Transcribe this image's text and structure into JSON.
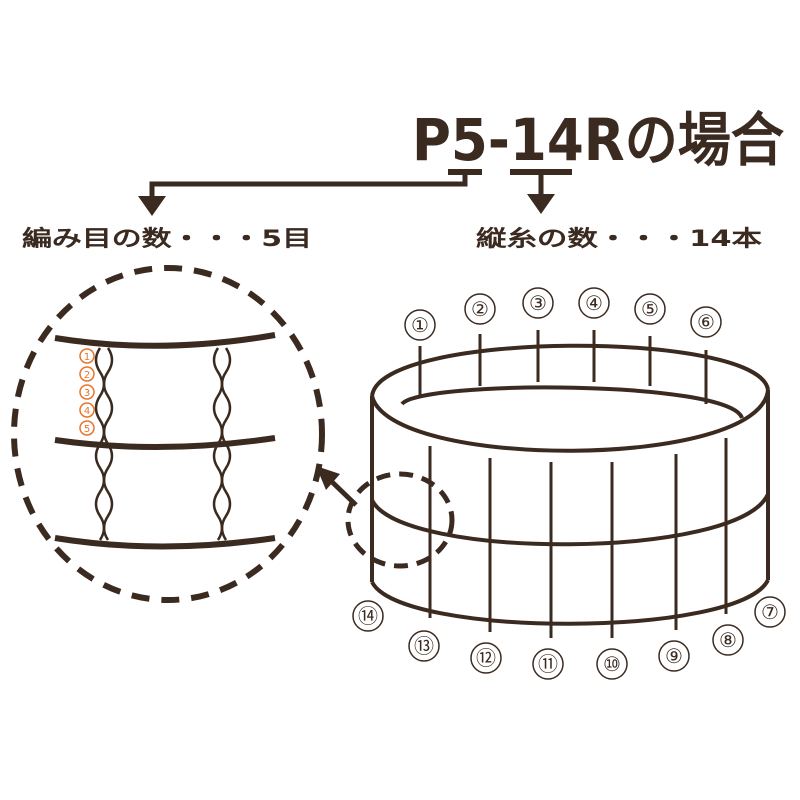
{
  "title": "P5-14Rの場合",
  "labels": {
    "stitches": "編み目の数・・・5目",
    "warps": "縦糸の数・・・14本"
  },
  "stitch_markers": [
    "1",
    "2",
    "3",
    "4",
    "5"
  ],
  "warp_numbers": [
    "①",
    "②",
    "③",
    "④",
    "⑤",
    "⑥",
    "⑦",
    "⑧",
    "⑨",
    "⑩",
    "⑪",
    "⑫",
    "⑬",
    "⑭"
  ],
  "colors": {
    "ink": "#3b2a20",
    "accent": "#e8742c"
  }
}
